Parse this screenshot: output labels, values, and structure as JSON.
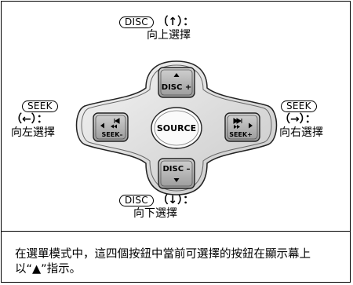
{
  "top_label": {
    "key": "DISC",
    "arrow_line": "（↑）：",
    "caption": "向上選擇"
  },
  "left_label": {
    "key": "SEEK",
    "arrow_line": "（←）：",
    "caption": "向左選擇"
  },
  "right_label": {
    "key": "SEEK",
    "arrow_line": "（→）：",
    "caption": "向右選擇"
  },
  "bottom_label": {
    "key": "DISC",
    "arrow_line": "（↓）：",
    "caption": "向下選擇"
  },
  "buttons": {
    "up": "DISC +",
    "down": "DISC –",
    "left": "SEEK–",
    "right": "SEEK+",
    "center": "SOURCE"
  },
  "description": "在選單模式中，這四個按鈕中當前可選擇的按鈕在顯示幕上以“▲”指示。"
}
